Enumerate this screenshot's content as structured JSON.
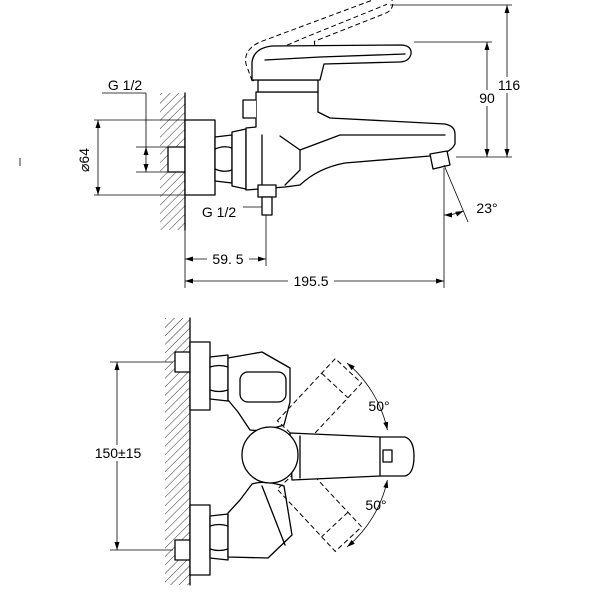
{
  "side_view": {
    "inlet_thread_label": "G 1/2",
    "escutcheon_diameter_label": "⌀64",
    "outlet_thread_label": "G 1/2",
    "outlet_offset_label": "59. 5",
    "overall_depth_label": "195.5",
    "max_height_label": "116",
    "spout_height_label": "90",
    "aerator_angle_label": "23°"
  },
  "plan_view": {
    "inlet_spacing_label": "150±15",
    "lever_rotation_up_label": "50°",
    "lever_rotation_down_label": "50°"
  }
}
